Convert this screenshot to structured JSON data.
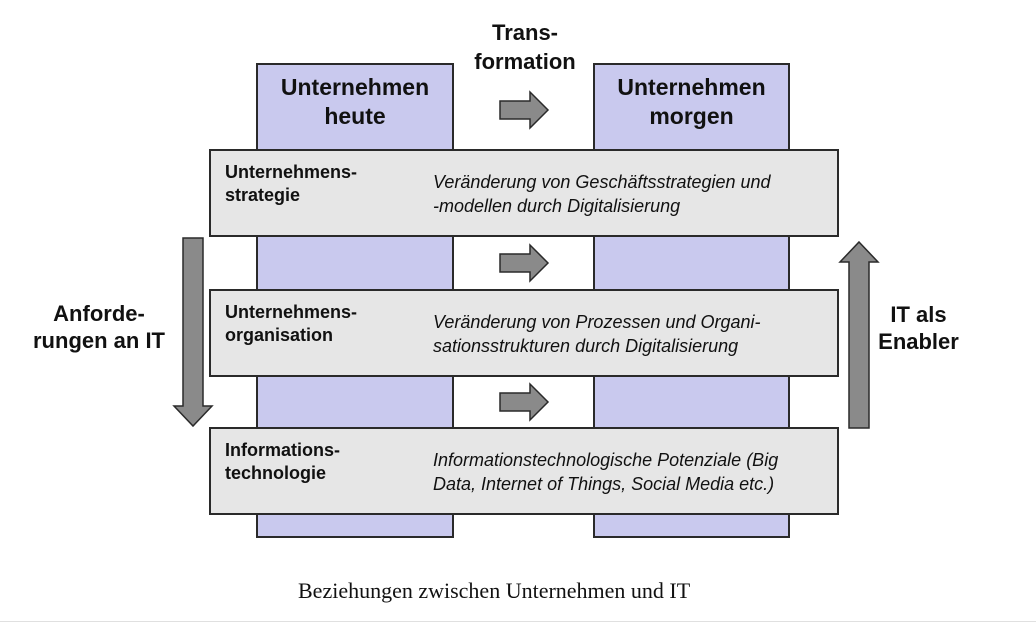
{
  "transformation_label": "Trans-\nformation",
  "columns": {
    "heute": "Unternehmen\nheute",
    "morgen": "Unternehmen\nmorgen"
  },
  "bands": [
    {
      "label": "Unternehmens-\nstrategie",
      "description": "Veränderung von Geschäftsstrategien und\n-modellen durch Digitalisierung"
    },
    {
      "label": "Unternehmens-\norganisation",
      "description": "Veränderung von Prozessen und Organi-\nsationsstrukturen durch Digitalisierung"
    },
    {
      "label": "Informations-\ntechnologie",
      "description": "Informationstechnologische Potenziale (Big\nData, Internet of Things, Social Media etc.)"
    }
  ],
  "side_labels": {
    "left": "Anforde-\nrungen an IT",
    "right": "IT als\nEnabler"
  },
  "caption": "Beziehungen zwischen Unternehmen und IT",
  "colors": {
    "column_fill": "#c9c9ee",
    "band_fill": "#e6e6e6",
    "arrow_fill": "#8a8a8a",
    "outline": "#2a2a2a"
  }
}
